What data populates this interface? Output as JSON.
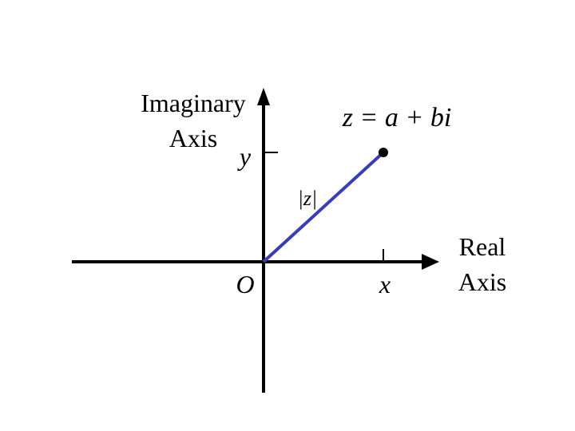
{
  "imaginary_axis": {
    "title_line1": "Imaginary",
    "title_line2": "Axis",
    "tick_label": "y"
  },
  "real_axis": {
    "title_line1": "Real",
    "title_line2": "Axis",
    "tick_label": "x"
  },
  "origin_label": "O",
  "modulus_label": "|z|",
  "point_equation": "z = a + bi",
  "colors": {
    "axis": "#000000",
    "vector": "#3c3cb4",
    "point": "#000000"
  }
}
